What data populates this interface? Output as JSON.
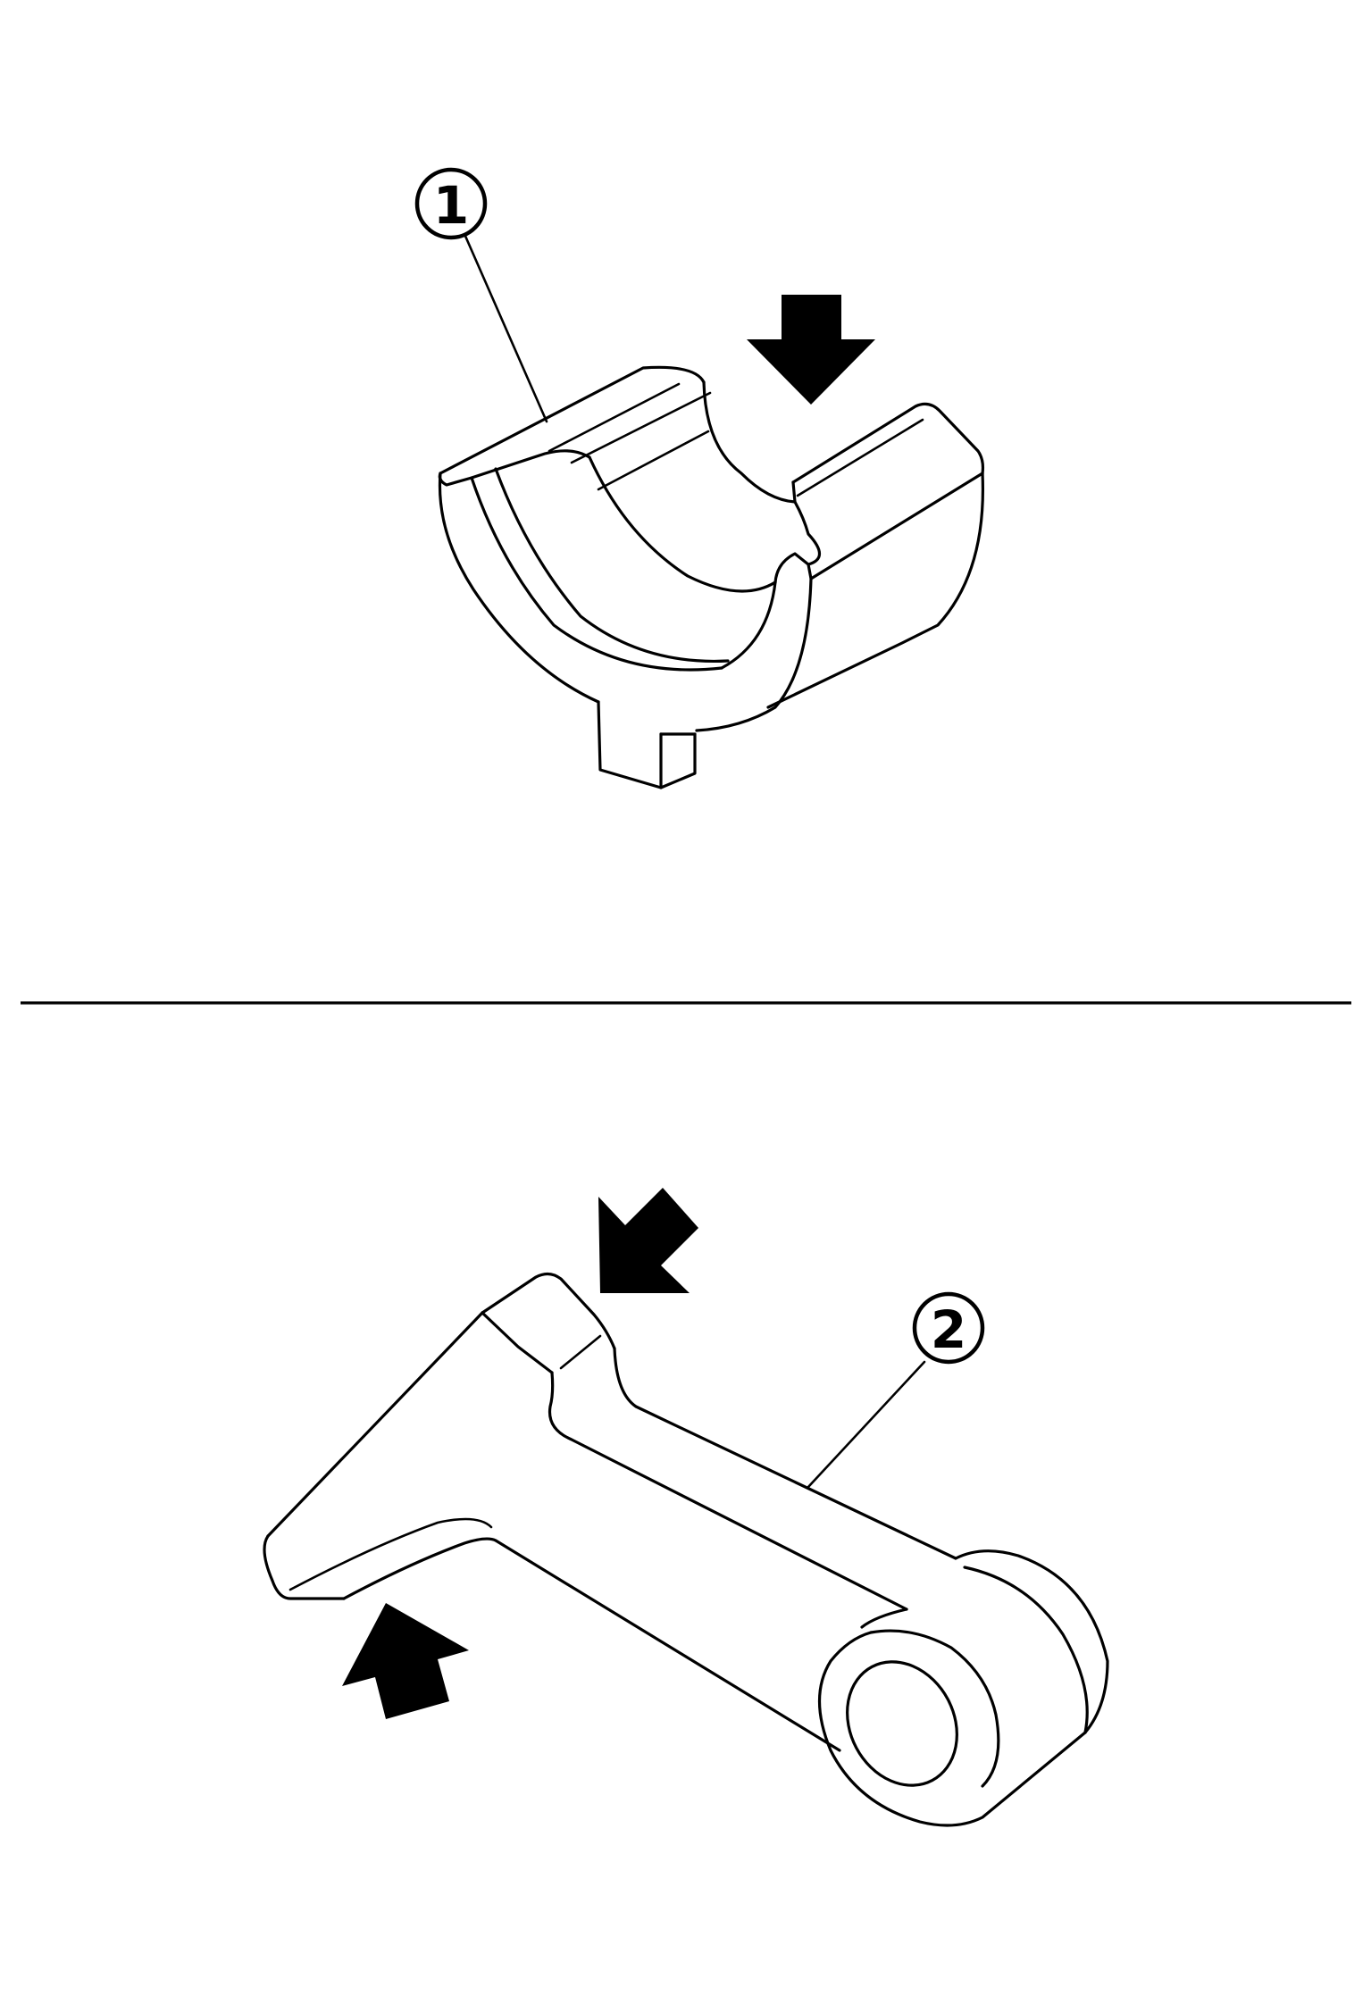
{
  "callouts": [
    {
      "label": "1",
      "part": "shell-bearing"
    },
    {
      "label": "2",
      "part": "shift-lever"
    }
  ],
  "colors": {
    "line": "#000000",
    "background": "#ffffff"
  }
}
